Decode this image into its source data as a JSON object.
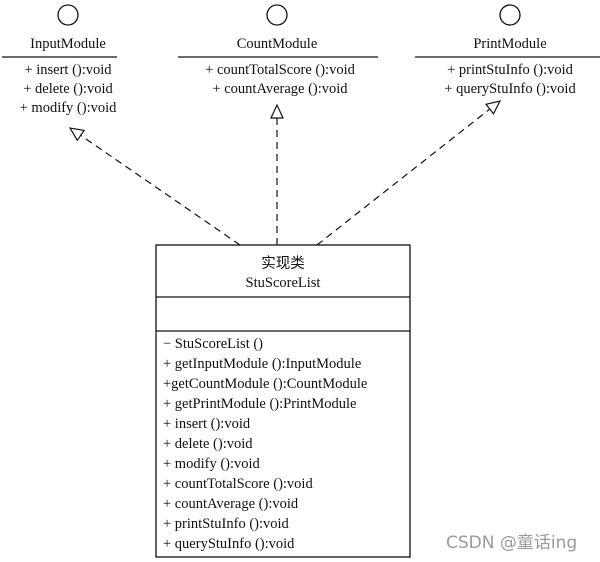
{
  "interfaces": [
    {
      "name": "InputModule",
      "methods": [
        "+ insert ():void",
        "+ delete ():void",
        "+ modify ():void"
      ]
    },
    {
      "name": "CountModule",
      "methods": [
        "+ countTotalScore ():void",
        "+ countAverage ():void"
      ]
    },
    {
      "name": "PrintModule",
      "methods": [
        "+ printStuInfo ():void",
        "+ queryStuInfo ():void"
      ]
    }
  ],
  "impl_class": {
    "stereotype": "实现类",
    "name": "StuScoreList",
    "methods": [
      "− StuScoreList ()",
      "+ getInputModule ():InputModule",
      "+getCountModule ():CountModule",
      "+ getPrintModule ():PrintModule",
      "+ insert ():void",
      "+ delete ():void",
      "+ modify ():void",
      "+ countTotalScore ():void",
      "+ countAverage ():void",
      "+ printStuInfo ():void",
      "+ queryStuInfo ():void"
    ]
  },
  "relationship": "realization",
  "watermark": "CSDN @童话ing"
}
